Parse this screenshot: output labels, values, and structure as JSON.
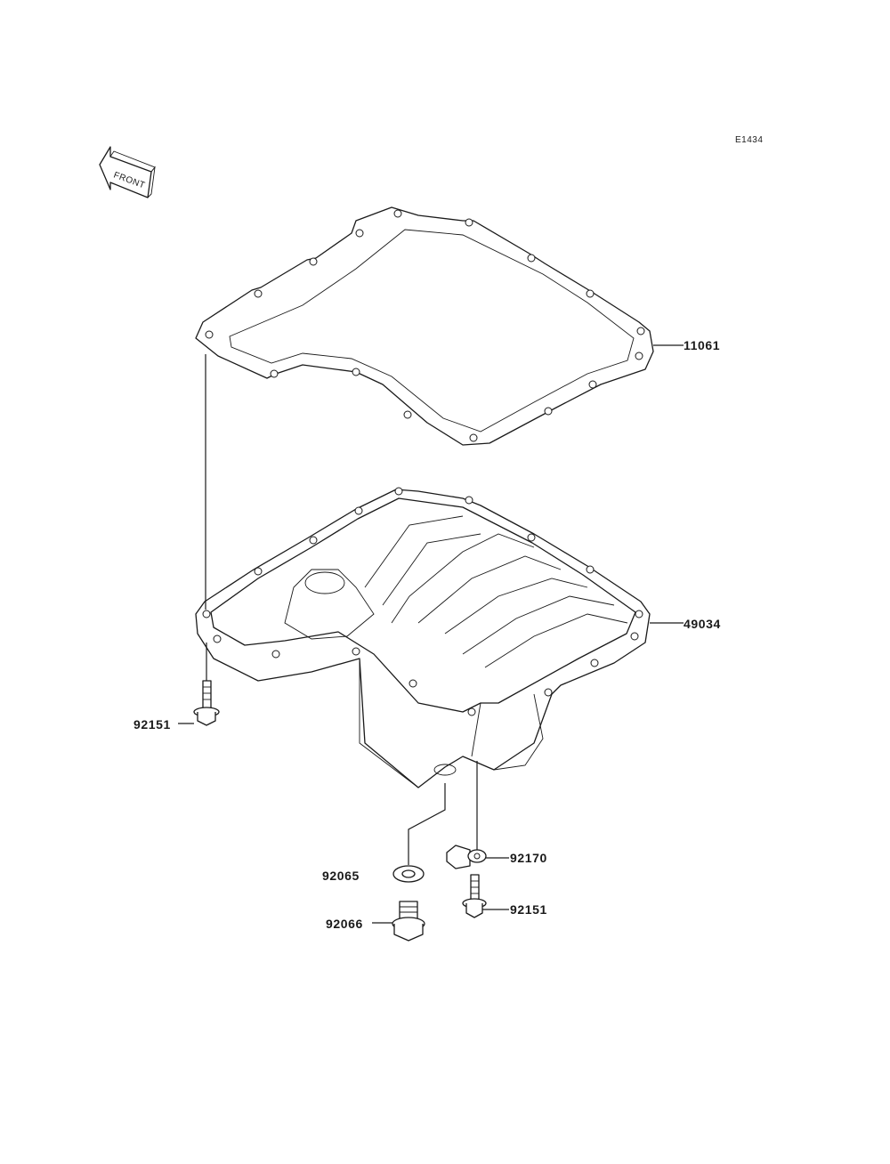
{
  "diagram": {
    "code": "E1434",
    "front_label": "FRONT",
    "parts": [
      {
        "id": "11061"
      },
      {
        "id": "49034"
      },
      {
        "id": "92151"
      },
      {
        "id": "92170"
      },
      {
        "id": "92065"
      },
      {
        "id": "92066"
      },
      {
        "id": "92151"
      }
    ]
  }
}
